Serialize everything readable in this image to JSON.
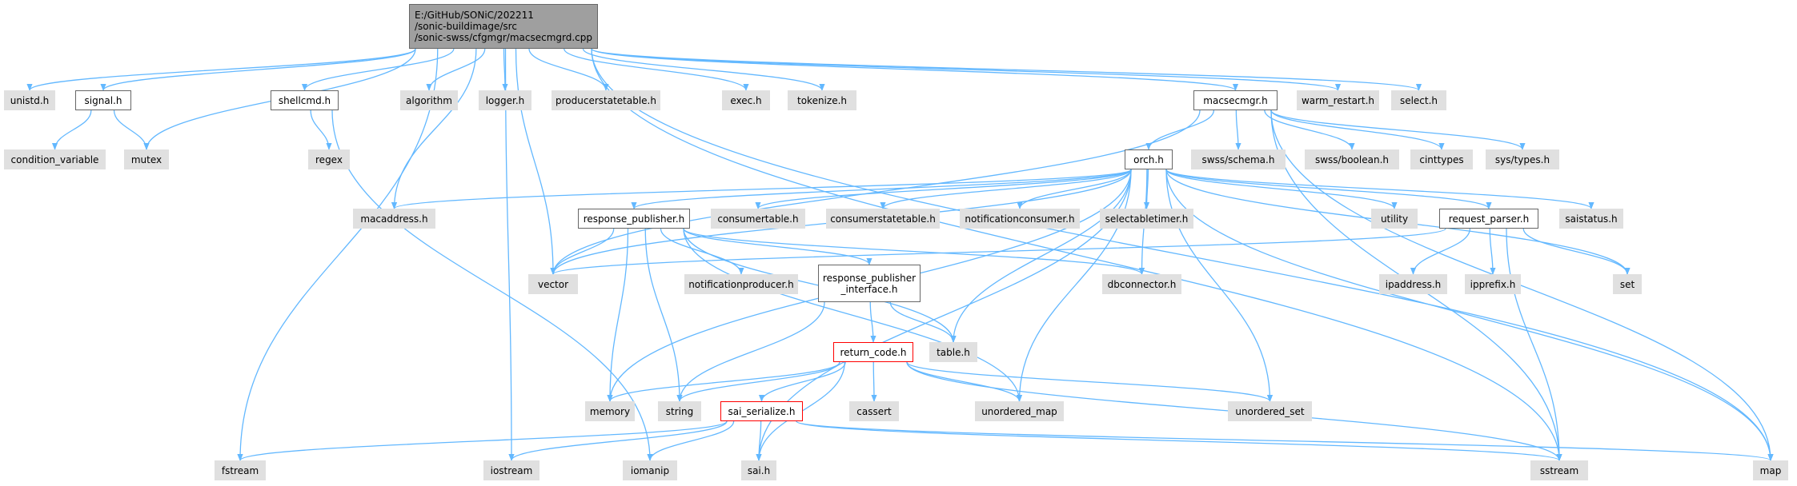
{
  "diagram": {
    "type": "include-dependency-graph",
    "colors": {
      "edge": "#63b8ff",
      "root_fill": "#9f9f9f",
      "node_fill": "#e0e0e0",
      "node_border": "#666666",
      "highlight_border": "#ff0000"
    },
    "nodes": {
      "root": {
        "lines": [
          "E:/GitHub/SONiC/202211",
          "/sonic-buildimage/src",
          "/sonic-swss/cfgmgr/macsecmgrd.cpp"
        ]
      },
      "unistd": {
        "label": "unistd.h"
      },
      "signal": {
        "label": "signal.h"
      },
      "condition_variable": {
        "label": "condition_variable"
      },
      "mutex": {
        "label": "mutex"
      },
      "shellcmd": {
        "label": "shellcmd.h"
      },
      "regex": {
        "label": "regex"
      },
      "algorithm": {
        "label": "algorithm"
      },
      "logger": {
        "label": "logger.h"
      },
      "producerstatetable": {
        "label": "producerstatetable.h"
      },
      "exec": {
        "label": "exec.h"
      },
      "tokenize": {
        "label": "tokenize.h"
      },
      "macsecmgr": {
        "label": "macsecmgr.h"
      },
      "warm_restart": {
        "label": "warm_restart.h"
      },
      "select": {
        "label": "select.h"
      },
      "swss_schema": {
        "label": "swss/schema.h"
      },
      "swss_boolean": {
        "label": "swss/boolean.h"
      },
      "cinttypes": {
        "label": "cinttypes"
      },
      "sys_types": {
        "label": "sys/types.h"
      },
      "orch": {
        "label": "orch.h"
      },
      "macaddress": {
        "label": "macaddress.h"
      },
      "response_publisher": {
        "label": "response_publisher.h"
      },
      "consumertable": {
        "label": "consumertable.h"
      },
      "consumerstatetable": {
        "label": "consumerstatetable.h"
      },
      "notificationconsumer": {
        "label": "notificationconsumer.h"
      },
      "selectabletimer": {
        "label": "selectabletimer.h"
      },
      "utility": {
        "label": "utility"
      },
      "request_parser": {
        "label": "request_parser.h"
      },
      "saistatus": {
        "label": "saistatus.h"
      },
      "vector": {
        "label": "vector"
      },
      "notificationproducer": {
        "label": "notificationproducer.h"
      },
      "response_publisher_interface": {
        "lines": [
          "response_publisher",
          "_interface.h"
        ]
      },
      "dbconnector": {
        "label": "dbconnector.h"
      },
      "ipaddress": {
        "label": "ipaddress.h"
      },
      "ipprefix": {
        "label": "ipprefix.h"
      },
      "set": {
        "label": "set"
      },
      "return_code": {
        "label": "return_code.h"
      },
      "table": {
        "label": "table.h"
      },
      "memory": {
        "label": "memory"
      },
      "string": {
        "label": "string"
      },
      "cassert": {
        "label": "cassert"
      },
      "unordered_map": {
        "label": "unordered_map"
      },
      "unordered_set": {
        "label": "unordered_set"
      },
      "sai_serialize": {
        "label": "sai_serialize.h"
      },
      "fstream": {
        "label": "fstream"
      },
      "iostream": {
        "label": "iostream"
      },
      "iomanip": {
        "label": "iomanip"
      },
      "sai": {
        "label": "sai.h"
      },
      "sstream": {
        "label": "sstream"
      },
      "map": {
        "label": "map"
      }
    },
    "edges": [
      [
        "root",
        "unistd"
      ],
      [
        "root",
        "signal"
      ],
      [
        "root",
        "mutex"
      ],
      [
        "root",
        "shellcmd"
      ],
      [
        "root",
        "macaddress"
      ],
      [
        "root",
        "algorithm"
      ],
      [
        "root",
        "logger"
      ],
      [
        "root",
        "producerstatetable"
      ],
      [
        "root",
        "exec"
      ],
      [
        "root",
        "tokenize"
      ],
      [
        "root",
        "macsecmgr"
      ],
      [
        "root",
        "warm_restart"
      ],
      [
        "root",
        "select"
      ],
      [
        "root",
        "vector"
      ],
      [
        "root",
        "fstream"
      ],
      [
        "root",
        "iostream"
      ],
      [
        "root",
        "sstream"
      ],
      [
        "root",
        "map"
      ],
      [
        "signal",
        "condition_variable"
      ],
      [
        "signal",
        "mutex"
      ],
      [
        "shellcmd",
        "regex"
      ],
      [
        "shellcmd",
        "iomanip"
      ],
      [
        "macsecmgr",
        "orch"
      ],
      [
        "macsecmgr",
        "swss_schema"
      ],
      [
        "macsecmgr",
        "swss_boolean"
      ],
      [
        "macsecmgr",
        "cinttypes"
      ],
      [
        "macsecmgr",
        "sys_types"
      ],
      [
        "macsecmgr",
        "vector"
      ],
      [
        "macsecmgr",
        "sstream"
      ],
      [
        "macsecmgr",
        "map"
      ],
      [
        "orch",
        "macaddress"
      ],
      [
        "orch",
        "response_publisher"
      ],
      [
        "orch",
        "consumertable"
      ],
      [
        "orch",
        "consumerstatetable"
      ],
      [
        "orch",
        "notificationconsumer"
      ],
      [
        "orch",
        "selectabletimer"
      ],
      [
        "orch",
        "utility"
      ],
      [
        "orch",
        "request_parser"
      ],
      [
        "orch",
        "saistatus"
      ],
      [
        "orch",
        "vector"
      ],
      [
        "orch",
        "dbconnector"
      ],
      [
        "orch",
        "table"
      ],
      [
        "orch",
        "memory"
      ],
      [
        "orch",
        "sai"
      ],
      [
        "orch",
        "unordered_map"
      ],
      [
        "orch",
        "unordered_set"
      ],
      [
        "orch",
        "set"
      ],
      [
        "orch",
        "map"
      ],
      [
        "response_publisher",
        "vector"
      ],
      [
        "response_publisher",
        "notificationproducer"
      ],
      [
        "response_publisher",
        "response_publisher_interface"
      ],
      [
        "response_publisher",
        "dbconnector"
      ],
      [
        "response_publisher",
        "table"
      ],
      [
        "response_publisher",
        "memory"
      ],
      [
        "response_publisher",
        "string"
      ],
      [
        "response_publisher",
        "unordered_map"
      ],
      [
        "response_publisher_interface",
        "return_code"
      ],
      [
        "response_publisher_interface",
        "table"
      ],
      [
        "response_publisher_interface",
        "string"
      ],
      [
        "request_parser",
        "ipaddress"
      ],
      [
        "request_parser",
        "ipprefix"
      ],
      [
        "request_parser",
        "set"
      ],
      [
        "request_parser",
        "sstream"
      ],
      [
        "request_parser",
        "vector"
      ],
      [
        "return_code",
        "memory"
      ],
      [
        "return_code",
        "string"
      ],
      [
        "return_code",
        "cassert"
      ],
      [
        "return_code",
        "unordered_map"
      ],
      [
        "return_code",
        "unordered_set"
      ],
      [
        "return_code",
        "sai_serialize"
      ],
      [
        "return_code",
        "sai"
      ],
      [
        "return_code",
        "sstream"
      ],
      [
        "sai_serialize",
        "fstream"
      ],
      [
        "sai_serialize",
        "iostream"
      ],
      [
        "sai_serialize",
        "iomanip"
      ],
      [
        "sai_serialize",
        "sai"
      ],
      [
        "sai_serialize",
        "sstream"
      ],
      [
        "sai_serialize",
        "map"
      ]
    ]
  }
}
